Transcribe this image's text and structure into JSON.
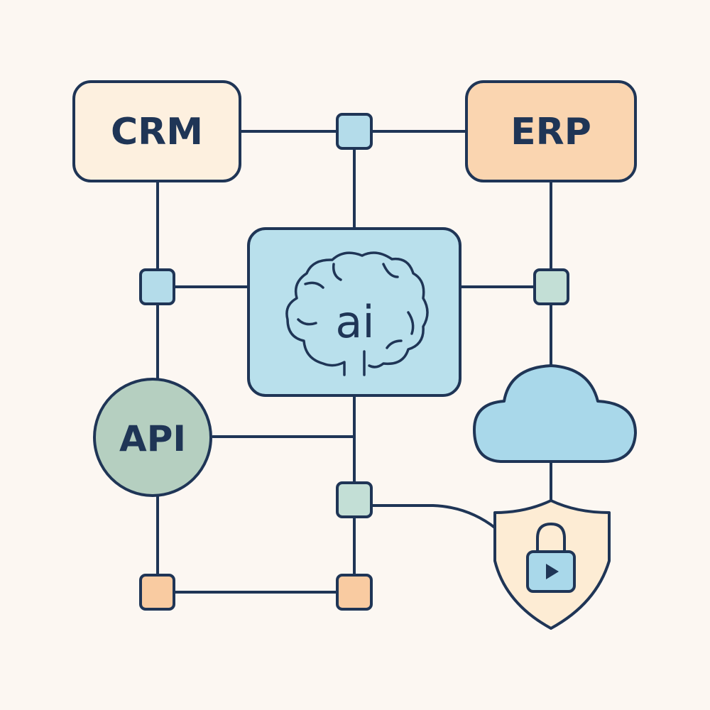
{
  "nodes": {
    "crm": {
      "label": "CRM"
    },
    "erp": {
      "label": "ERP"
    },
    "api": {
      "label": "API"
    },
    "ai": {
      "label": "ai",
      "icon": "brain-icon"
    },
    "cloud": {
      "icon": "cloud-icon"
    },
    "security": {
      "icon": "shield-lock-icon"
    }
  },
  "colors": {
    "background": "#fcf7f2",
    "outline": "#1f3556",
    "crm_fill": "#fdf0df",
    "erp_fill": "#fad5b0",
    "ai_fill": "#b9e0ec",
    "api_fill": "#b5cfc0",
    "cloud_fill": "#a9d8ea",
    "shield_fill": "#fdecd4",
    "connector_blue": "#b4dcea",
    "connector_green": "#c3dfd6",
    "connector_orange": "#f9cba1"
  }
}
